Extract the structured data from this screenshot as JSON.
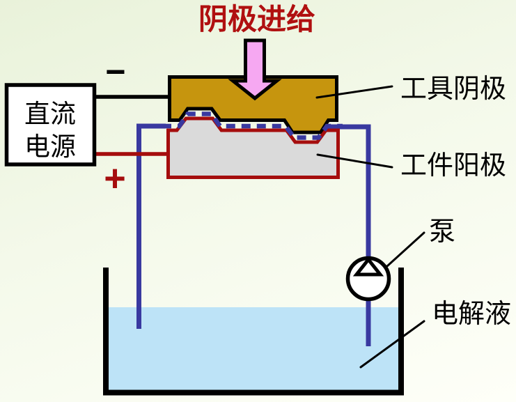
{
  "title": "阴极进给",
  "power_supply": {
    "line1": "直流",
    "line2": "电源",
    "negative_symbol": "−",
    "positive_symbol": "+"
  },
  "labels": {
    "tool_cathode": "工具阴极",
    "workpiece_anode": "工件阳极",
    "pump": "泵",
    "electrolyte": "电解液"
  },
  "colors": {
    "title_red": "#b01010",
    "wire_red": "#a50d0d",
    "pipe_blue": "#3939a0",
    "cathode_gold": "#c6950e",
    "workpiece_gray": "#dadada",
    "electrolyte_blue": "#bde3f7",
    "arrow_pink": "#f6a8f2",
    "outline_black": "#000000"
  }
}
